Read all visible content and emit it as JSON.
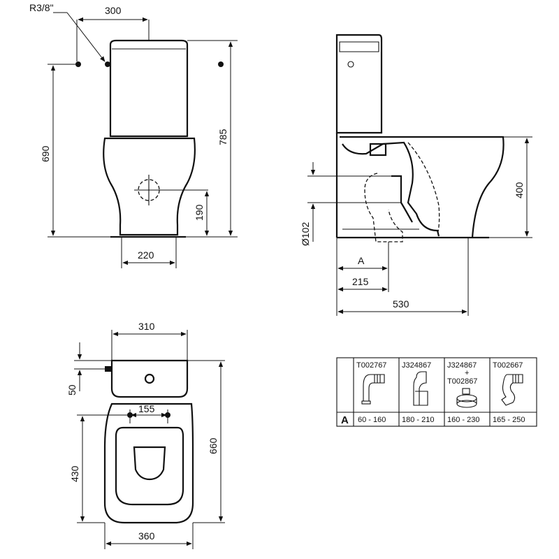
{
  "front_view": {
    "label_r38": "R3/8\"",
    "dim_300": "300",
    "dim_690": "690",
    "dim_785": "785",
    "dim_190": "190",
    "dim_220": "220"
  },
  "side_view": {
    "dim_400": "400",
    "dim_102": "Ø102",
    "dim_a": "A",
    "dim_215": "215",
    "dim_530": "530"
  },
  "top_view": {
    "dim_310": "310",
    "dim_50": "50",
    "dim_155": "155",
    "dim_430": "430",
    "dim_660": "660",
    "dim_360": "360"
  },
  "table": {
    "row_label": "A",
    "columns": [
      {
        "code": "T002767",
        "code2": "",
        "plus": "",
        "range": "60 - 160"
      },
      {
        "code": "J324867",
        "code2": "",
        "plus": "",
        "range": "180 - 210"
      },
      {
        "code": "J324867",
        "code2": "T002867",
        "plus": "+",
        "range": "160 - 230"
      },
      {
        "code": "T002667",
        "code2": "",
        "plus": "",
        "range": "165 - 250"
      }
    ]
  }
}
